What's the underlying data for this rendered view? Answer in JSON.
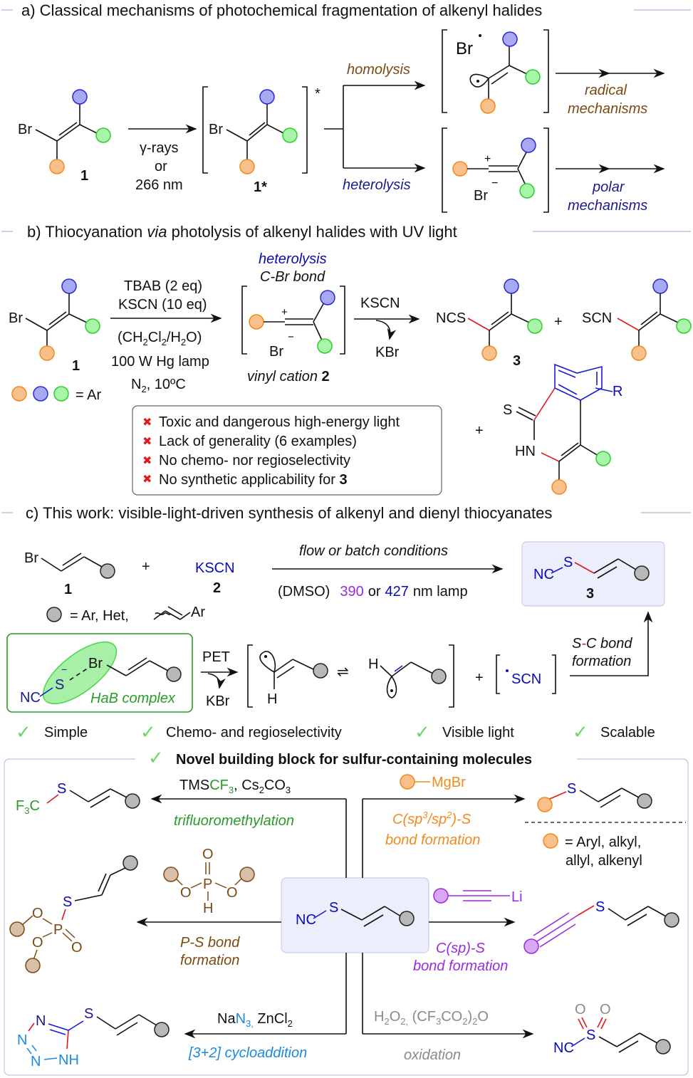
{
  "section_a": {
    "title": "a) Classical mechanisms of photochemical fragmentation of alkenyl halides",
    "br": "Br",
    "compound_1": "1",
    "conditions_line1": "γ-rays",
    "conditions_line2": "or",
    "conditions_line3": "266 nm",
    "compound_1_star": "1*",
    "star": "*",
    "homolysis": "homolysis",
    "heterolysis": "heterolysis",
    "br_radical": "Br",
    "br_anion": "Br",
    "plus": "+",
    "minus": "−",
    "radical_line1": "radical",
    "radical_line2": "mechanisms",
    "polar_line1": "polar",
    "polar_line2": "mechanisms"
  },
  "section_b": {
    "title_pre": "b) Thiocyanation ",
    "title_via": "via",
    "title_post": " photolysis of alkenyl halides with UV light",
    "br": "Br",
    "compound_1": "1",
    "cond1": "TBAB (2 eq)",
    "cond2": "KSCN (10 eq)",
    "cond3": "(CH2Cl2/H2O)",
    "cond4": "100 W Hg lamp",
    "cond5": "N2, 10ºC",
    "heterolysis": "heterolysis",
    "cbr_bond": "C-Br bond",
    "vinyl_cation": "vinyl cation ",
    "vinyl_cation_num": "2",
    "br_anion": "Br",
    "kscn": "KSCN",
    "kbr": "KBr",
    "ncs": "NCS",
    "scn": "SCN",
    "plus": "+",
    "compound_3": "3",
    "ar_legend": "= Ar",
    "s": "S",
    "hn": "HN",
    "r": "R",
    "drawbacks": [
      "Toxic and dangerous high-energy light",
      "Lack of generality (6 examples)",
      "No chemo- nor regioselectivity",
      "No synthetic applicability for "
    ],
    "drawback_bold": "3",
    "cross": "✖"
  },
  "section_c": {
    "title": "c) This work: visible-light-driven synthesis of alkenyl and dienyl thiocyanates",
    "br": "Br",
    "plus": "+",
    "kscn": "KSCN",
    "compound_1": "1",
    "compound_2": "2",
    "flow": "flow or batch conditions",
    "dmso": "(DMSO)",
    "nm390": "390",
    "or": "or",
    "nm427": "427",
    "nm_lamp": "nm lamp",
    "nc": "NC",
    "s": "S",
    "compound_3": "3",
    "legend": "= Ar, Het,",
    "legend_ar": "Ar",
    "hab": "HaB complex",
    "pet": "PET",
    "kbr": "KBr",
    "h": "H",
    "scn": "SCN",
    "sc_bond_s": "S",
    "sc_bond_dash": "-",
    "sc_bond_rest": "C bond",
    "formation": "formation",
    "features": [
      "Simple",
      "Chemo- and regioselectivity",
      "Visible light",
      "Scalable"
    ],
    "check": "✓",
    "building_block": "Novel building block for sulfur-containing molecules"
  },
  "derivatives": {
    "tmscf3": "TMS",
    "cf3": "CF3",
    "cs2co3": ", Cs2CO3",
    "trifluoro": "trifluoromethylation",
    "f3c": "F3C",
    "mgbr": "MgBr",
    "csp3": "C(sp3/sp2)-S",
    "bond_formation": "bond formation",
    "aryl_legend1": "= Aryl, alkyl,",
    "aryl_legend2": "allyl, alkenyl",
    "li": "Li",
    "csp": "C(sp)-S",
    "csp_bond": "bond formation",
    "ps_bond": "P-S bond",
    "ps_formation": "formation",
    "o": "O",
    "p": "P",
    "h": "H",
    "nan3_na": "Na",
    "nan3_n3": "N3,",
    "zncl2": " ZnCl2",
    "cyclo": "[3+2] cycloaddition",
    "h2o2": "H2O2, (CF3CO2)2O",
    "oxidation": "oxidation",
    "nc": "NC",
    "s": "S",
    "n": "N",
    "nh": "NH"
  }
}
